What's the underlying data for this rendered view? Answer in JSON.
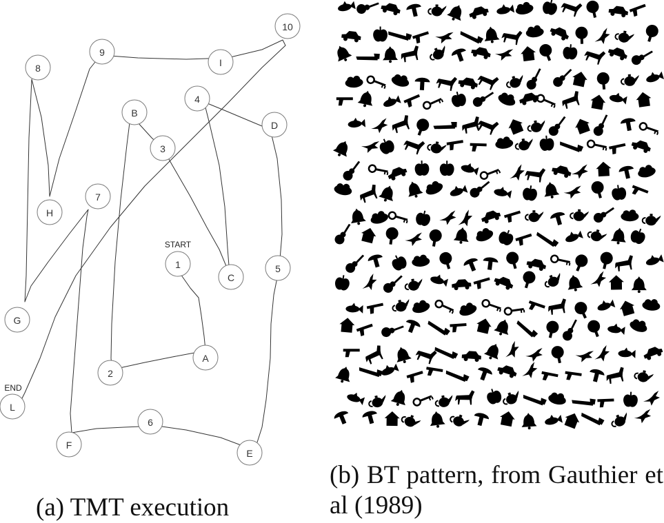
{
  "figure": {
    "subfigure_a": {
      "caption": "(a) TMT execution",
      "start_label": "START",
      "end_label": "END",
      "nodes": [
        "1",
        "A",
        "2",
        "B",
        "3",
        "C",
        "4",
        "D",
        "5",
        "E",
        "6",
        "F",
        "7",
        "G",
        "8",
        "H",
        "9",
        "I",
        "10",
        "L"
      ]
    },
    "subfigure_b": {
      "caption": "(b) BT pattern, from Gauthier et al (1989)",
      "icon_names": [
        "bell-icon",
        "mushroom-icon",
        "teapot-icon",
        "gun-icon",
        "apple-icon",
        "horse-icon",
        "car-icon",
        "guitar-icon",
        "fish-icon",
        "house-icon",
        "key-icon",
        "bird-icon",
        "saw-icon",
        "tree-icon",
        "cloud-icon"
      ]
    }
  }
}
